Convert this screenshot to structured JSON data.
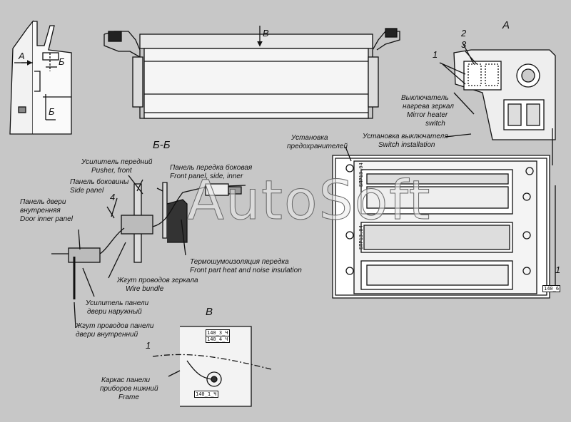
{
  "watermark": "AutoSoft",
  "views": {
    "left_markers": {
      "a": "А",
      "b_top": "Б",
      "b_bottom": "Б"
    },
    "top_view": {
      "marker": "В"
    },
    "view_a": {
      "title": "А",
      "n1": "1",
      "n2": "2",
      "n3": "3",
      "mirror_heater_ru_1": "Выключатель",
      "mirror_heater_ru_2": "нагрева зеркал",
      "mirror_heater_en_1": "Mirror heater",
      "mirror_heater_en_2": "switch",
      "switch_install_ru": "Установка выключателя",
      "switch_install_en": "Switch installation"
    },
    "section_bb": {
      "title": "Б-Б",
      "n4": "4",
      "pusher_ru": "Усилитель передний",
      "pusher_en": "Pusher, front",
      "side_panel_ru": "Панель боковины",
      "side_panel_en": "Side panel",
      "door_inner_ru_1": "Панель двери",
      "door_inner_ru_2": "внутренняя",
      "door_inner_en": "Door inner panel",
      "front_side_ru": "Панель передка боковая",
      "front_side_en": "Front panel, side, inner",
      "insulation_ru": "Термошумоизоляция передка",
      "insulation_en": "Front part heat and noise insulation",
      "mirror_bundle_ru": "Жгут проводов зеркала",
      "mirror_bundle_en": "Wire bundle",
      "door_outer_ru_1": "Усилитель панели",
      "door_outer_ru_2": "двери наружный",
      "door_bundle_ru_1": "Жгут проводов панели",
      "door_bundle_ru_2": "двери внутренний"
    },
    "fuse_box": {
      "title_ru_1": "Установка",
      "title_ru_2": "предохранителей",
      "n1": "1",
      "tag": "140_6",
      "side_a": "БПР13.04",
      "side_b": "БПР13.04"
    },
    "view_v": {
      "title": "В",
      "n1": "1",
      "tag1": "140_3_Ч",
      "tag2": "140_4_Ч",
      "tag3": "140_1_Ч",
      "frame_ru_1": "Каркас панели",
      "frame_ru_2": "приборов нижний",
      "frame_en": "Frame"
    }
  }
}
